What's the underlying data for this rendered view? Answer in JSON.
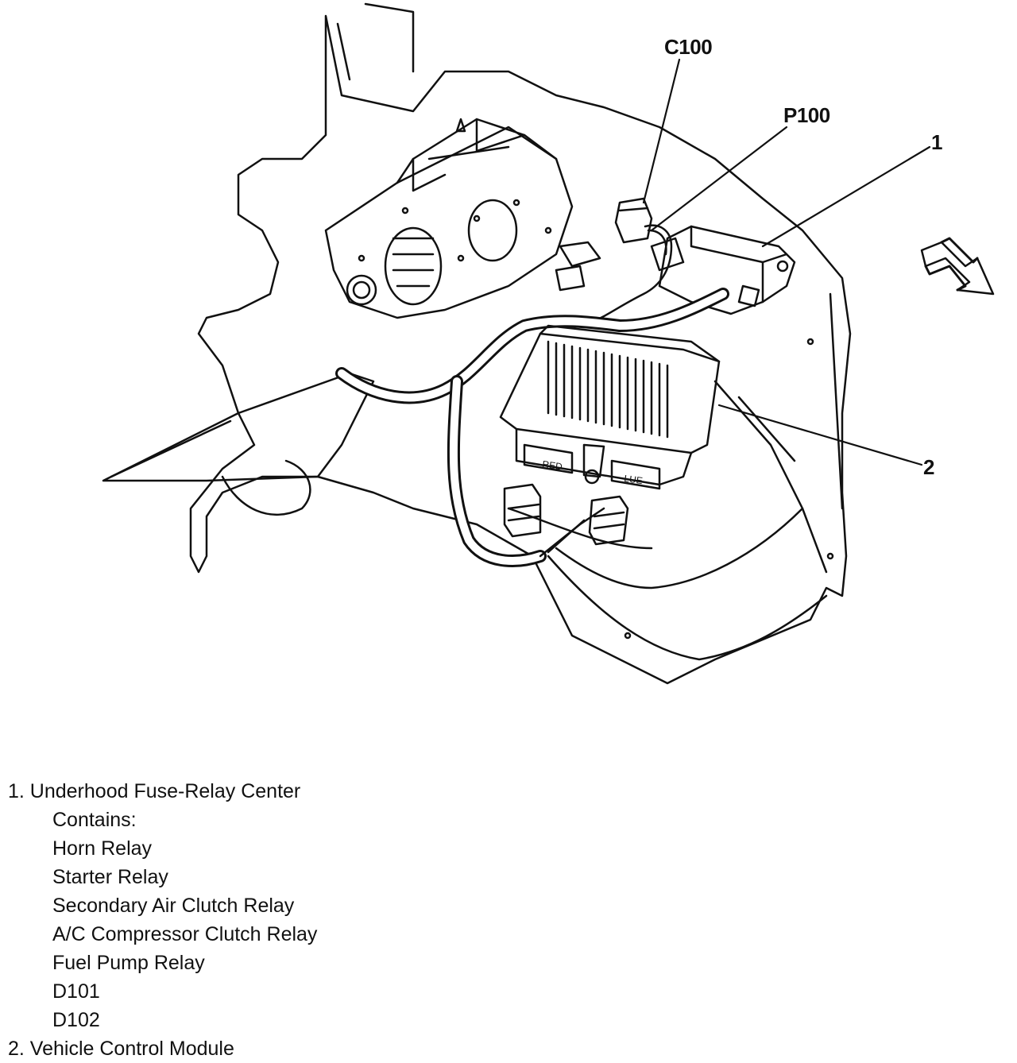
{
  "callouts": {
    "c100": "C100",
    "p100": "P100",
    "item1": "1",
    "item2": "2"
  },
  "module_labels": {
    "red": "RED",
    "blue": "LUE"
  },
  "legend": {
    "item1": {
      "label": "1. Underhood Fuse-Relay Center",
      "contains": "Contains:",
      "relays": [
        "Horn Relay",
        "Starter Relay",
        "Secondary Air Clutch Relay",
        "A/C Compressor Clutch Relay",
        "Fuel Pump Relay",
        "D101",
        "D102"
      ]
    },
    "item2": {
      "label": "2. Vehicle Control Module"
    }
  }
}
